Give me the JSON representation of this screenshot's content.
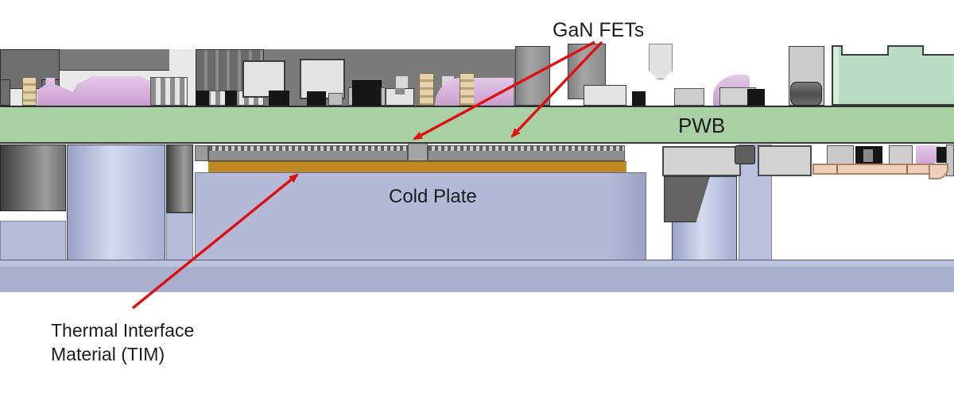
{
  "figure": {
    "title_context": "Cross-section CAD diagram of power electronics assembly",
    "labels": {
      "gan_fets": "GaN FETs",
      "pwb": "PWB",
      "cold_plate": "Cold Plate",
      "tim_line1": "Thermal Interface",
      "tim_line2": "Material (TIM)"
    },
    "annotations": [
      {
        "label": "GaN FETs",
        "arrow_count": 2,
        "points_to": "FET packages under PWB"
      },
      {
        "label": "PWB",
        "points_to": "green printed wiring board layer"
      },
      {
        "label": "Cold Plate",
        "points_to": "large blue-gray plate"
      },
      {
        "label": "Thermal Interface Material (TIM)",
        "arrow_count": 1,
        "points_to": "gold strip between FETs and cold plate"
      }
    ],
    "colors": {
      "arrow_red": "#dd1111",
      "pwb_green": "#a9d0a5",
      "cold_plate_blue": "#b3b9d6",
      "base_plate_blue": "#a9b0ce",
      "tim_gold": "#bf8a26",
      "mint_module_green": "#b9dcc4",
      "component_pink": "#d6b3d9",
      "connector_tan": "#ddca9f",
      "heat_pipe_peach": "#ecd0b9",
      "housing_gray": "#7b7b7b"
    }
  }
}
